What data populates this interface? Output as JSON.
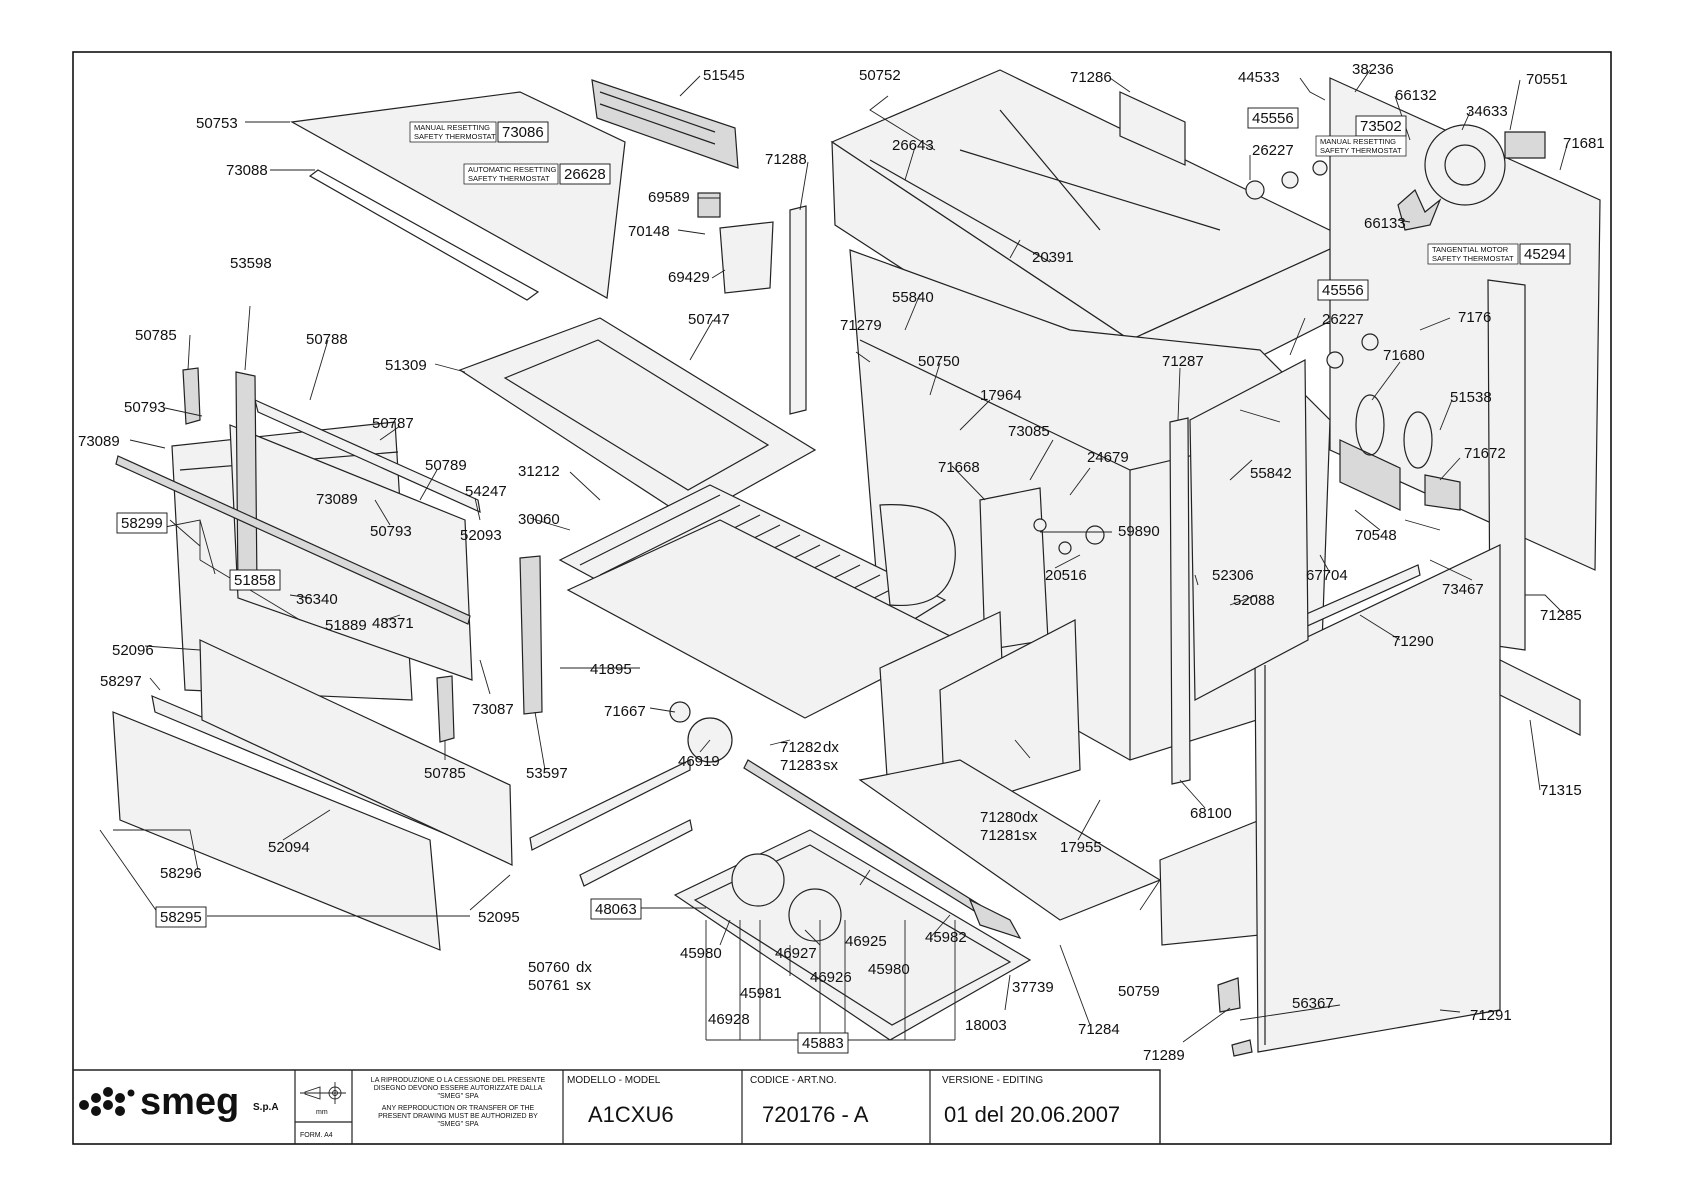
{
  "brand": {
    "name": "smeg",
    "suffix": "S.p.A"
  },
  "title_block": {
    "legal_it": [
      "LA RIPRODUZIONE O LA CESSIONE DEL PRESENTE",
      "DISEGNO DEVONO ESSERE AUTORIZZATE DALLA",
      "\"SMEG\" SPA"
    ],
    "legal_en": [
      "ANY REPRODUCTION OR TRANSFER OF THE",
      "PRESENT DRAWING MUST BE AUTHORIZED BY",
      "\"SMEG\" SPA"
    ],
    "unit": "mm",
    "format": "FORM. A4",
    "model_label": "MODELLO - MODEL",
    "model_value": "A1CXU6",
    "code_label": "CODICE - ART.NO.",
    "code_value": "720176 - A",
    "version_label": "VERSIONE - EDITING",
    "version_value": "01 del 20.06.2007"
  },
  "notes": {
    "manual_reset_1": "MANUAL RESETTING",
    "manual_reset_2": "SAFETY THERMOSTAT",
    "auto_reset_1": "AUTOMATIC RESETTING",
    "auto_reset_2": "SAFETY THERMOSTAT",
    "tangential_1": "TANGENTIAL MOTOR",
    "tangential_2": "SAFETY THERMOSTAT"
  },
  "labels": {
    "l51545": "51545",
    "l50752": "50752",
    "l71286": "71286",
    "l44533": "44533",
    "l38236": "38236",
    "l70551": "70551",
    "l50753": "50753",
    "l73088": "73088",
    "l26643": "26643",
    "l66132": "66132",
    "l34633": "34633",
    "l71681": "71681",
    "l26227a": "26227",
    "l71288": "71288",
    "l69589": "69589",
    "l70148": "70148",
    "l69429": "69429",
    "l20391": "20391",
    "l66133": "66133",
    "l53598": "53598",
    "l50747": "50747",
    "l55840": "55840",
    "l26227b": "26227",
    "l71279": "71279",
    "l50785a": "50785",
    "l50788": "50788",
    "l51309": "51309",
    "l50750": "50750",
    "l71287": "71287",
    "l71680": "71680",
    "l7176": "7176",
    "l17964": "17964",
    "l50793a": "50793",
    "l50787": "50787",
    "l51538": "51538",
    "l73089a": "73089",
    "l73085": "73085",
    "l24679": "24679",
    "l55842": "55842",
    "l71668": "71668",
    "l71672": "71672",
    "l50789": "50789",
    "l54247": "54247",
    "l31212": "31212",
    "l73089b": "73089",
    "l30060": "30060",
    "l59890": "59890",
    "l70548": "70548",
    "l50793b": "50793",
    "l52093": "52093",
    "l20516": "20516",
    "l67704": "67704",
    "l73467": "73467",
    "l36340": "36340",
    "l52306": "52306",
    "l52088": "52088",
    "l51889": "51889",
    "l71285": "71285",
    "l71290": "71290",
    "l48371": "48371",
    "l52096": "52096",
    "l41895": "41895",
    "l58297": "58297",
    "l71667": "71667",
    "l73087": "73087",
    "l71282": "71282",
    "l71283": "71283",
    "l50785b": "50785",
    "l53597": "53597",
    "l46919": "46919",
    "l71280": "71280",
    "l71281": "71281",
    "l68100": "68100",
    "l71315": "71315",
    "l52094": "52094",
    "l17955": "17955",
    "l58296": "58296",
    "l46925": "46925",
    "l52095": "52095",
    "l45982": "45982",
    "l45980a": "45980",
    "l46927": "46927",
    "l50760": "50760",
    "l45980b": "45980",
    "l50759": "50759",
    "l46926": "46926",
    "l50761": "50761",
    "l45981": "45981",
    "l37739": "37739",
    "l56367": "56367",
    "l71291": "71291",
    "l46928": "46928",
    "l18003": "18003",
    "l71284": "71284",
    "l71289": "71289",
    "dx1": "dx",
    "sx1": "sx",
    "dx2": "dx",
    "sx2": "sx",
    "dx3": "dx",
    "sx3": "sx"
  },
  "boxed_labels": {
    "b73086": "73086",
    "b26628": "26628",
    "b45556a": "45556",
    "b73502": "73502",
    "b45294": "45294",
    "b45556b": "45556",
    "b58299": "58299",
    "b51858": "51858",
    "b48063": "48063",
    "b58295": "58295",
    "b45883": "45883"
  }
}
